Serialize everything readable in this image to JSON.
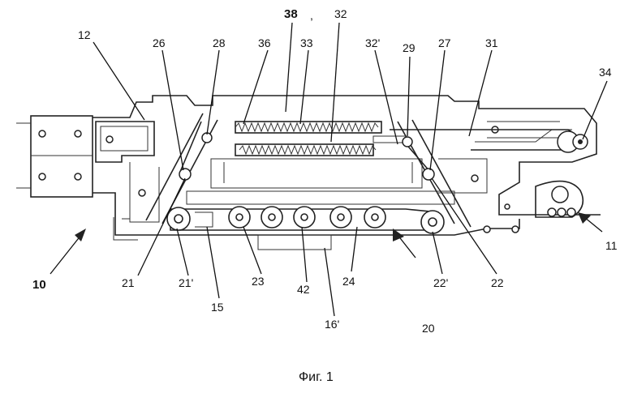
{
  "figure": {
    "caption": "Фиг. 1",
    "reference_numerals": {
      "n10": "10",
      "n11": "11",
      "n12": "12",
      "n15": "15",
      "n16p": "16'",
      "n20": "20",
      "n21": "21",
      "n21p": "21'",
      "n22": "22",
      "n22p": "22'",
      "n23": "23",
      "n24": "24",
      "n26": "26",
      "n27": "27",
      "n28": "28",
      "n29": "29",
      "n31": "31",
      "n32": "32",
      "n32p": "32'",
      "n33": "33",
      "n34": "34",
      "n36": "36",
      "n38": "38",
      "n42": "42"
    },
    "stray_mark": ","
  }
}
